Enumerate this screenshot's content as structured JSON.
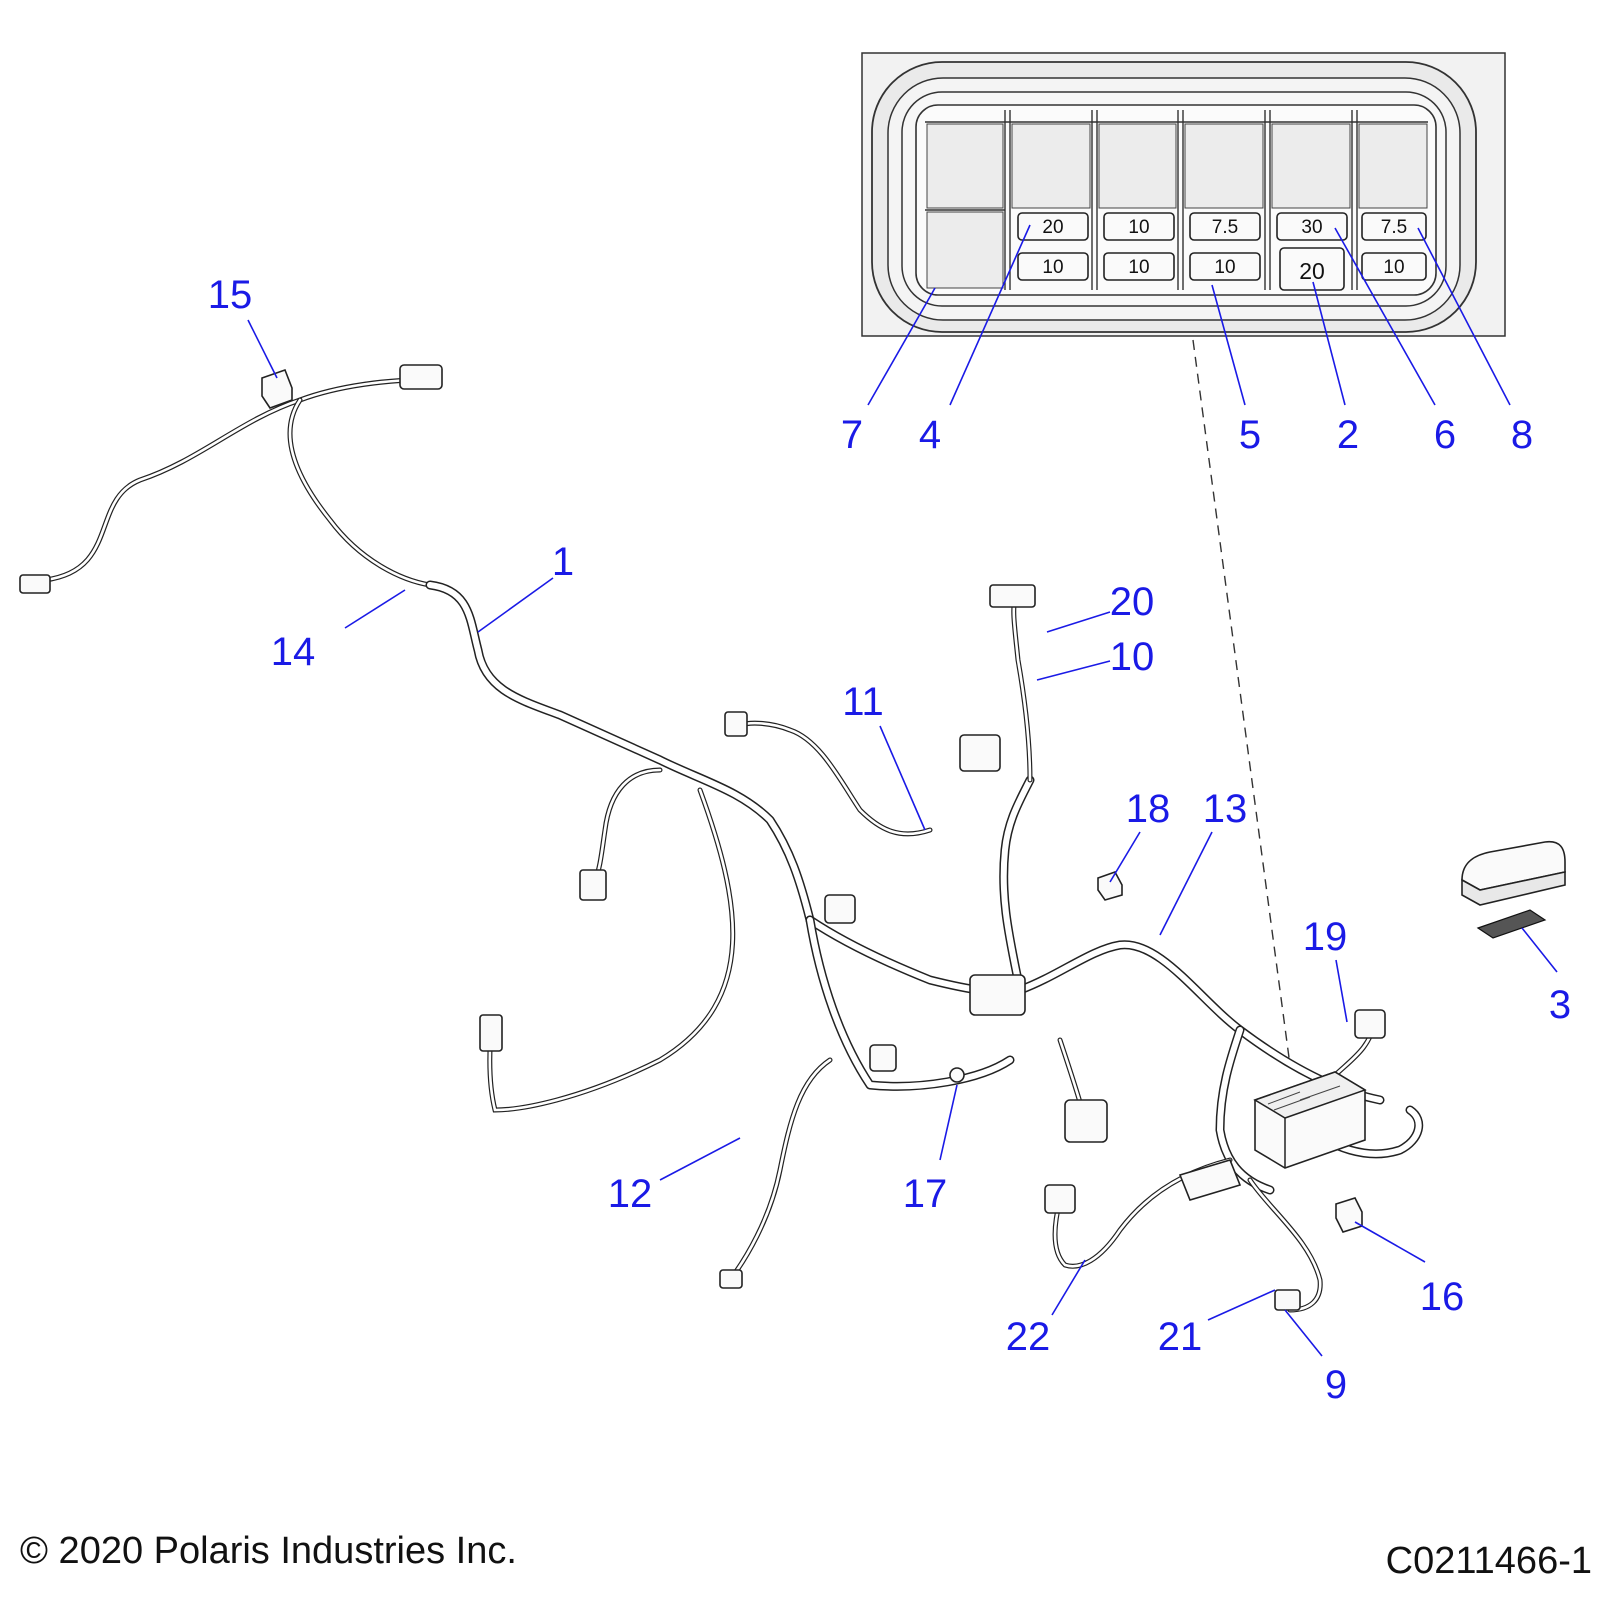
{
  "fuse_box_inset": {
    "fuse_values": {
      "row1": [
        "20",
        "10",
        "7.5",
        "30",
        "7.5"
      ],
      "row2": [
        "10",
        "10",
        "10",
        "20",
        "10"
      ]
    }
  },
  "callouts": {
    "c1": "1",
    "c2": "2",
    "c3": "3",
    "c4": "4",
    "c5": "5",
    "c6": "6",
    "c7": "7",
    "c8": "8",
    "c9": "9",
    "c10": "10",
    "c11": "11",
    "c12": "12",
    "c13": "13",
    "c14": "14",
    "c15": "15",
    "c16": "16",
    "c17": "17",
    "c18": "18",
    "c19": "19",
    "c20": "20",
    "c21": "21",
    "c22": "22"
  },
  "footer": {
    "copyright": "© 2020 Polaris Industries Inc.",
    "drawing_number": "C0211466-1"
  },
  "colors": {
    "callout": "#1a1ae6",
    "line_art": "#222222",
    "inset_fill": "#f2f2f2"
  }
}
